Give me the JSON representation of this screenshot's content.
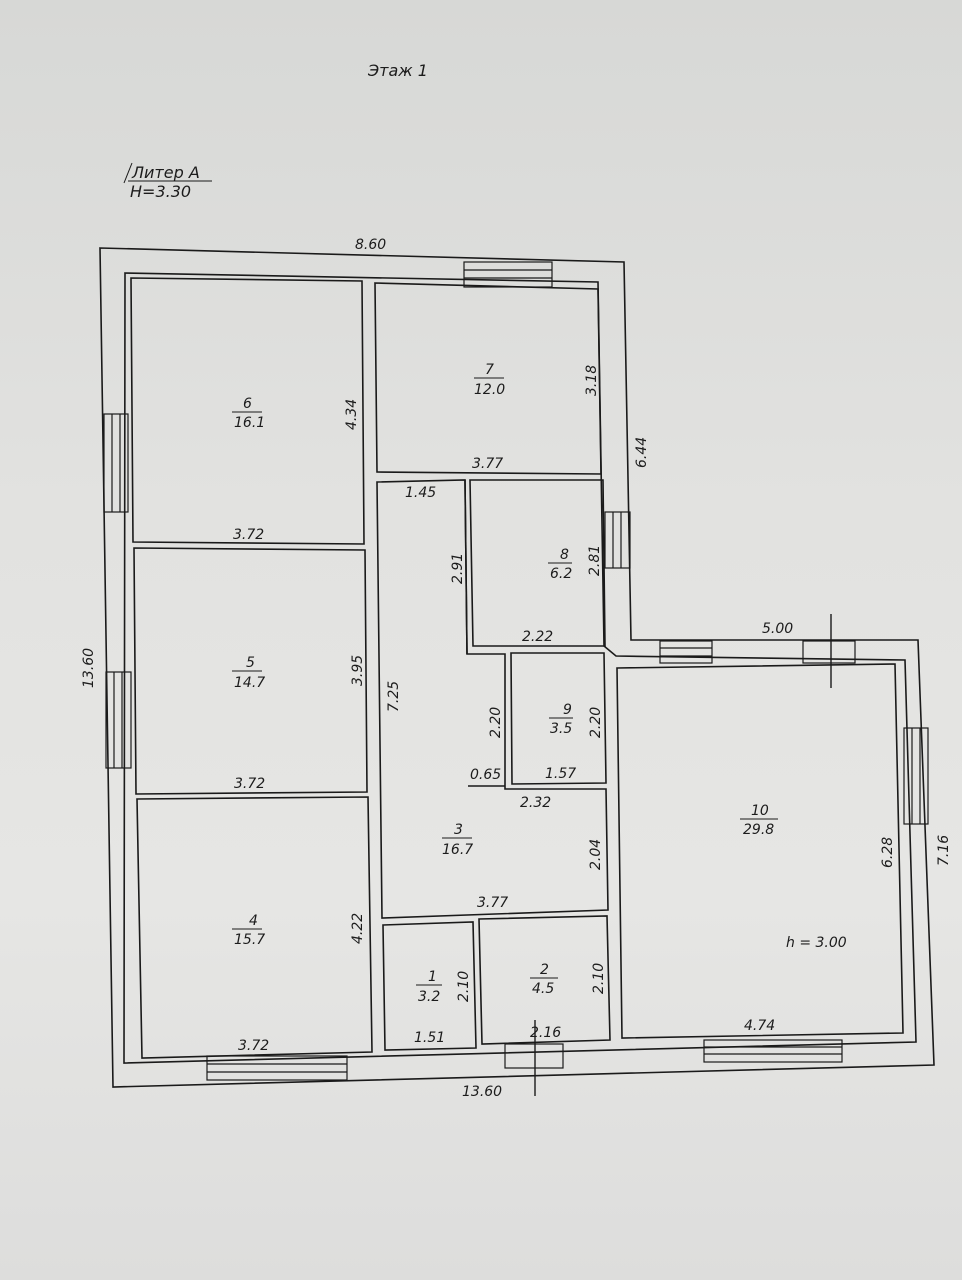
{
  "floor_title": "Этаж 1",
  "liter": {
    "name": "Литер А",
    "height": "H=3.30"
  },
  "rooms": [
    {
      "id": "6",
      "num": "6",
      "area": "16.1"
    },
    {
      "id": "7",
      "num": "7",
      "area": "12.0"
    },
    {
      "id": "8",
      "num": "8",
      "area": "6.2"
    },
    {
      "id": "5",
      "num": "5",
      "area": "14.7"
    },
    {
      "id": "9",
      "num": "9",
      "area": "3.5"
    },
    {
      "id": "3",
      "num": "3",
      "area": "16.7"
    },
    {
      "id": "10",
      "num": "10",
      "area": "29.8"
    },
    {
      "id": "4",
      "num": "4",
      "area": "15.7"
    },
    {
      "id": "1",
      "num": "1",
      "area": "3.2"
    },
    {
      "id": "2",
      "num": "2",
      "area": "4.5"
    }
  ],
  "dimensions": {
    "top_total": "8.60",
    "left_total": "13.60",
    "bottom_total": "13.60",
    "right_upper": "6.44",
    "annex_top": "5.00",
    "annex_right": "7.16",
    "r6_height": "4.34",
    "r6_width": "3.72",
    "r7_height": "3.18",
    "r7_width": "3.77",
    "corr_top": "1.45",
    "r8_left": "2.91",
    "r8_height": "2.81",
    "r8_width": "2.22",
    "r5_height": "3.95",
    "r5_width": "3.72",
    "corr_length": "7.25",
    "r9_left": "2.20",
    "r9_height": "2.20",
    "corr_step": "0.65",
    "r9_width": "1.57",
    "r3_top": "2.32",
    "r3_height": "2.04",
    "r3_width": "3.77",
    "r4_height": "4.22",
    "r4_width": "3.72",
    "r1_height": "2.10",
    "r1_width": "1.51",
    "r2_height": "2.10",
    "r2_width": "2.16",
    "r10_height": "6.28",
    "r10_width": "4.74",
    "r10_ceiling": "h = 3.00"
  }
}
